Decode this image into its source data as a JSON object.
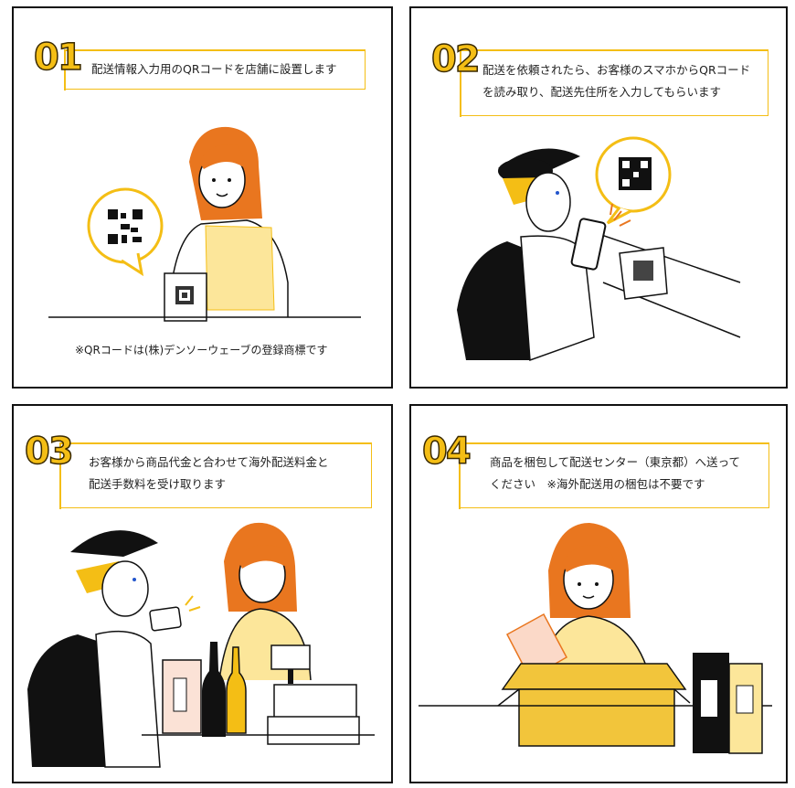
{
  "steps": [
    {
      "num": "01",
      "line1": "配送情報入力用のQRコードを店舗に設置します",
      "note": "※QRコードは(株)デンソーウェーブの登録商標です"
    },
    {
      "num": "02",
      "line1": "配送を依頼されたら、お客様のスマホからQRコード",
      "line2": "を読み取り、配送先住所を入力してもらいます"
    },
    {
      "num": "03",
      "line1": "お客様から商品代金と合わせて海外配送料金と",
      "line2": "配送手数料を受け取ります"
    },
    {
      "num": "04",
      "line1": "商品を梱包して配送センター（東京都）へ送って",
      "line2": "ください　※海外配送用の梱包は不要です"
    }
  ],
  "colors": {
    "accent": "#F4BE15",
    "hair": "#E9761F",
    "line": "#111111",
    "box": "#F2C53B"
  },
  "icons": [
    "qr-code-icon",
    "speech-bubble-icon",
    "smartphone-icon",
    "card-icon",
    "backpack-icon",
    "cap-icon",
    "cash-register-icon",
    "bottle-icon",
    "cardboard-box-icon"
  ]
}
